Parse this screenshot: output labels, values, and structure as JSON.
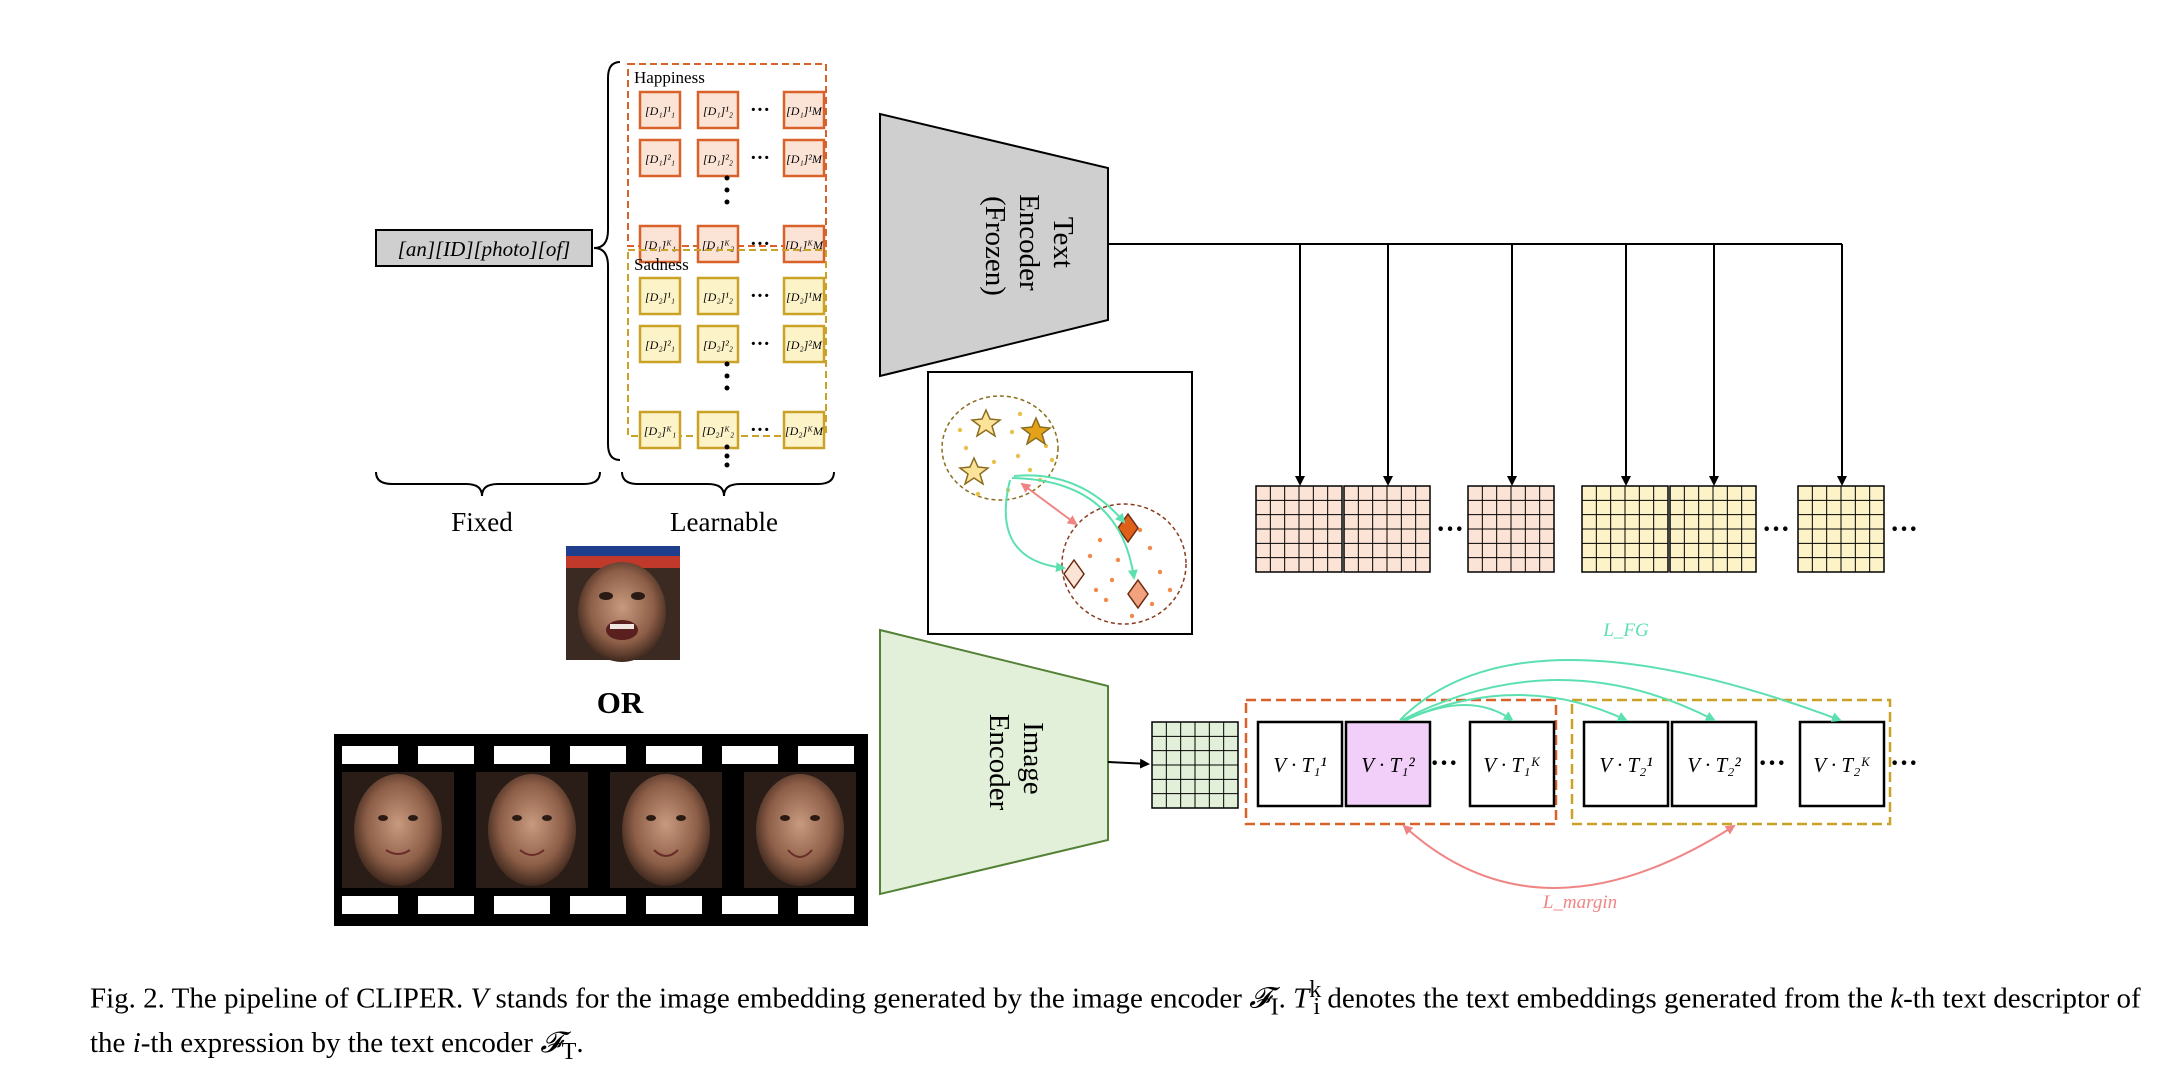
{
  "figure": {
    "prompt_prefix": "[an][ID][photo][of]",
    "groups": [
      {
        "label": "Happiness",
        "cells": [
          [
            "[D₁]¹₁",
            "[D₁]¹₂",
            "[D₁]¹M"
          ],
          [
            "[D₁]²₁",
            "[D₁]²₂",
            "[D₁]²M"
          ],
          [
            "[D₁]ᴷ₁",
            "[D₁]ᴷ₂",
            "[D₁]ᴷM"
          ]
        ]
      },
      {
        "label": "Sadness",
        "cells": [
          [
            "[D₂]¹₁",
            "[D₂]¹₂",
            "[D₂]¹M"
          ],
          [
            "[D₂]²₁",
            "[D₂]²₂",
            "[D₂]²M"
          ],
          [
            "[D₂]ᴷ₁",
            "[D₂]ᴷ₂",
            "[D₂]ᴷM"
          ]
        ]
      }
    ],
    "fixed_label": "Fixed",
    "learnable_label": "Learnable",
    "or_label": "OR",
    "text_encoder_lines": [
      "Text",
      "Encoder",
      "(Frozen)"
    ],
    "image_encoder_lines": [
      "Image",
      "Encoder"
    ],
    "ellipsis": "···",
    "similarity_labels": [
      "V · T₁¹",
      "V · T₁²",
      "V · T₁ᴷ",
      "V · T₂¹",
      "V · T₂²",
      "V · T₂ᴷ"
    ],
    "loss_fg": "L_FG",
    "loss_margin": "L_margin",
    "colors": {
      "happiness": "#d9622b",
      "happiness_fill": "#fbe3d6",
      "sadness": "#c9a227",
      "sadness_fill": "#fdf3c8",
      "encoder_gray": "#cfcfcf",
      "image_encoder": "#e2efd9",
      "image_encoder_border": "#538135",
      "highlight": "#f2cff8",
      "fg_loss": "#5de0b0",
      "margin_loss": "#f08585"
    }
  },
  "caption": {
    "fig_label": "Fig. 2.",
    "text_1": " The pipeline of CLIPER. ",
    "v": "V",
    "text_2": " stands for the image embedding generated by the image encoder ",
    "fi": "𝓕",
    "fi_sub": "I",
    "text_3": ". ",
    "t": "T",
    "t_sup": "k",
    "t_sub": "i",
    "text_4": " denotes the text embeddings generated from the ",
    "k": "k",
    "text_5": "-th text descriptor of the ",
    "i": "i",
    "text_6": "-th expression by the text encoder ",
    "ft": "𝓕",
    "ft_sub": "T",
    "text_7": "."
  }
}
